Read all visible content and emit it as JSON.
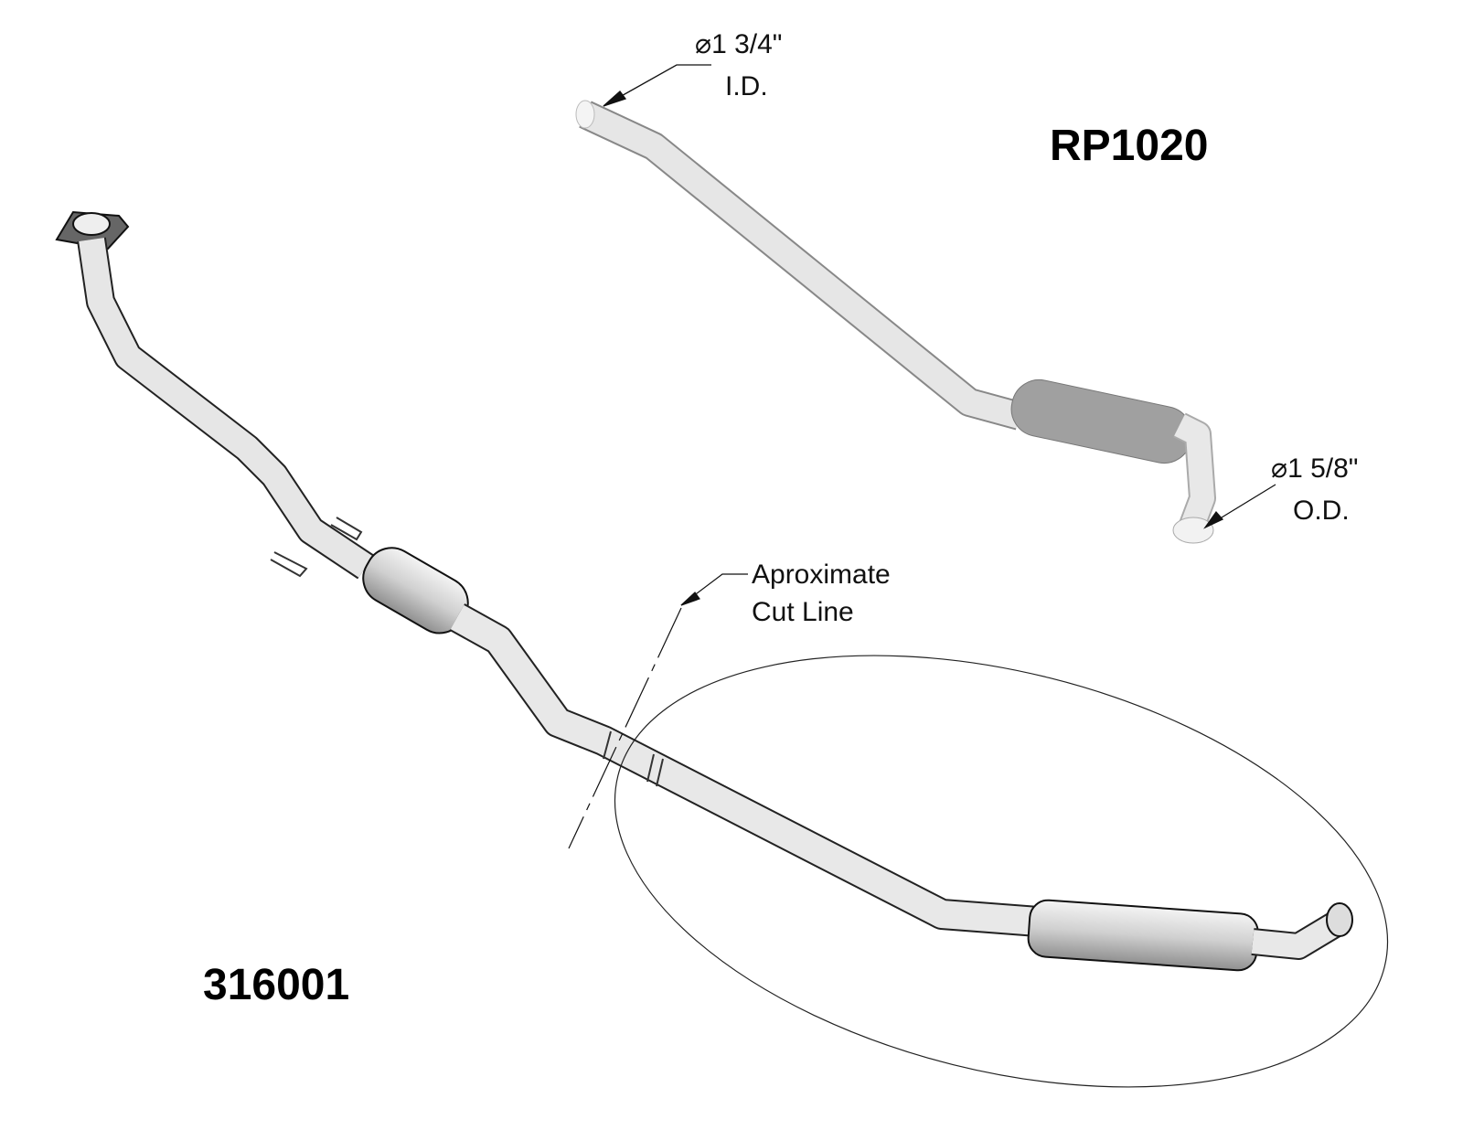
{
  "parts": {
    "replacement_pipe": "RP1020",
    "converter_assembly": "316001"
  },
  "dimensions": {
    "inlet": {
      "symbol": "⌀",
      "size": "1 3/4\"",
      "type": "I.D."
    },
    "outlet": {
      "symbol": "⌀",
      "size": "1 5/8\"",
      "type": "O.D."
    }
  },
  "annotation": {
    "line1": "Aproximate",
    "line2": "Cut Line"
  },
  "colors": {
    "pipe_light": "#e4e4e4",
    "muffler_dark": "#9a9a9a",
    "outline": "#222222"
  }
}
